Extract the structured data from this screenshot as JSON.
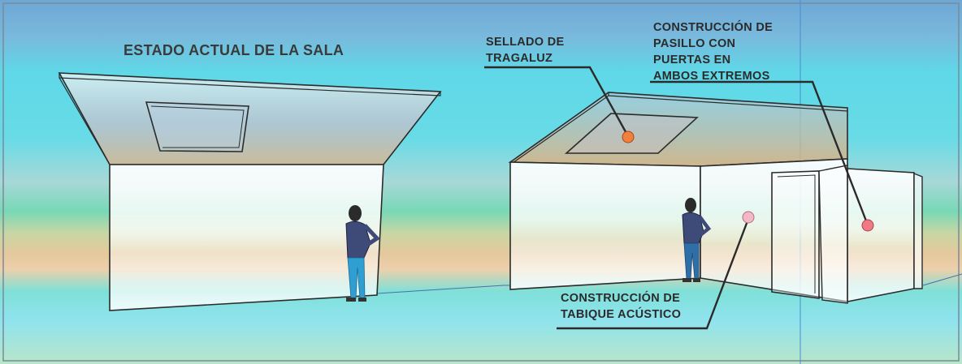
{
  "title": "ESTADO ACTUAL DE LA SALA",
  "callouts": {
    "skylight": {
      "lines": [
        "SELLADO DE",
        "TRAGALUZ"
      ],
      "marker_color": "#f0803a"
    },
    "corridor": {
      "lines": [
        "CONSTRUCCIÓN DE",
        "PASILLO CON",
        "PUERTAS EN",
        "AMBOS EXTREMOS"
      ],
      "marker_color": "#f07a84"
    },
    "partition": {
      "lines": [
        "CONSTRUCCIÓN DE",
        "TABIQUE ACÚSTICO"
      ],
      "marker_color": "#f4b8c4"
    }
  },
  "colors": {
    "sky_top": "#6ea7d6",
    "sky_cyan": "#5fd8e8",
    "band_orange": "#e8c69a",
    "band_green": "#8fd6a6",
    "floor_cyan": "#8fe3ee",
    "outline": "#2b2b2b",
    "person_shirt": "#3e4a78",
    "person_pants": "#2f9fd2"
  }
}
